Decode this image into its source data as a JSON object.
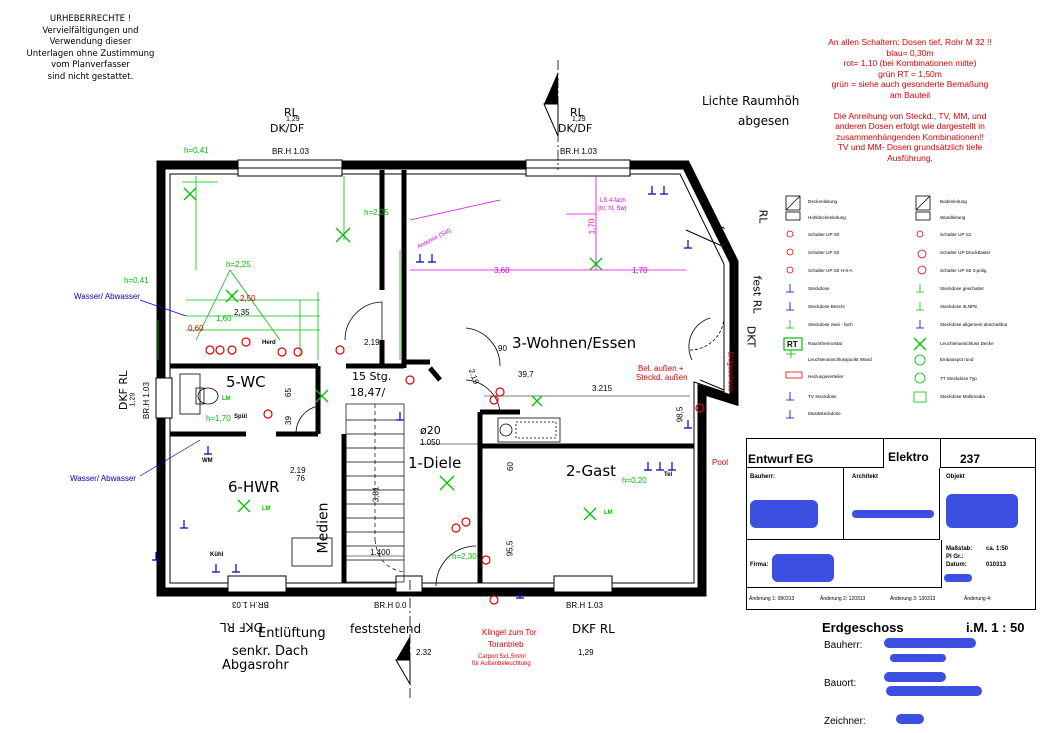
{
  "copyright": {
    "title": "URHEBERRECHTE !",
    "lines": [
      "Vervielfältigungen und",
      "Verwendung dieser",
      "Unterlagen ohne  Zustimmung",
      "vom Planverfasser",
      "sind nicht gestattet."
    ]
  },
  "red_note": {
    "lines": [
      "An allen Schaltern: Dosen tief, Rohr M 32 !!",
      "blau= 0,30m",
      "rot= 1,10 (bei Kombinationen mitte)",
      "grün RT = 1,50m",
      "grün = siehe auch gesonderte Bemaßung",
      "am Bauteil",
      "",
      "Die Anreihung von Steckd., TV, MM, und",
      "anderen Dosen erfolgt wie dargestellt in",
      "zusammenhängenden Kombinationen!!",
      "TV und MM- Dosen grundsätzlich tiefe",
      "Ausführung."
    ]
  },
  "rooms": {
    "wohnen": "3-Wohnen/Essen",
    "wc": "5-WC",
    "hwr": "6-HWR",
    "diele": "1-Diele",
    "gast": "2-Gast",
    "medien": "Medien"
  },
  "plan_labels": {
    "rl_top_left": "RL",
    "rl_top_left_sub": "1,29",
    "dkdf_left": "DK/DF",
    "rl_top_mid": "RL",
    "rl_top_mid_sub": "1,29",
    "dkdf_mid": "DK/DF",
    "brh_top_left": "BR.H 1.03",
    "brh_top_mid": "BR.H 1.03",
    "raumhoehe_1": "Lichte Raumhöh",
    "raumhoehe_2": "abgesen",
    "rl_fest": "RL",
    "fest": "fest",
    "fest_rl": "fest  RL",
    "dkt": "DKT",
    "dkf_rl_left": "DKF RL",
    "dkf_rl_left_sub": "1,29",
    "brh_left": "BR.H 1.03",
    "stg": "15 Stg.",
    "stg_dim": "18,47/",
    "oe20": "ø20",
    "d1050": "1.050",
    "d3215": "3.215",
    "d2_19a": "2.19",
    "d2_19b": "2.19",
    "d2_19c": "2.19",
    "d2_50": "2,50",
    "d2_35": "2,35",
    "d1_60": "1,60",
    "d0_60": "0,60",
    "d3_60": "3,60",
    "d1_70": "1,70",
    "d1_70v": "1,70",
    "h225": "h=2,25",
    "h225b": "h=2,25",
    "h041": "h=0,41",
    "h041b": "h=0,41",
    "h170": "h=1,70",
    "h020": "h=0,20",
    "h230": "h=2,30",
    "d1_400": "1.400",
    "d3_81": "3,81",
    "d98_5": "98,5",
    "d95_5": "95,5",
    "d60": "60",
    "d65": "65",
    "d39": "39",
    "d76": "76",
    "d90": "90",
    "d39_7": "39,7",
    "brh_bottom_left": "BR.H 1.03",
    "brh_bottom_mid": "BR.H 0.0",
    "brh_bottom_right": "BR.H 1.03",
    "dkf_rl_bottom": "DKF  RL",
    "dkf_rl_bottom_sub": "1,29",
    "dkf_rl_bottom_left": "DKF RL",
    "feststehend": "feststehend",
    "entlueftung": "Entlüftung",
    "senkr": "senkr. Dach",
    "abgasrohr": "Abgasrohr",
    "d2_32": "2.32",
    "wasser1": "Wasser/ Abwasser",
    "wasser2": "Wasser/ Abwasser",
    "bel_aussen_1": "Bel. außen +",
    "bel_aussen_2": "Steckd. außen",
    "pool": "Pool",
    "erdgeschoss_note": "Erdgeschoss",
    "klingel_1": "Klingel zum Tor",
    "klingel_2": "Torantrieb",
    "klingel_3": "Carport 5x1,5mm²",
    "klingel_4": "für Außenbeleuchtung",
    "ls_4fach": "LS 4-fach",
    "ls_4fach_sub": "(hr, hl, Sw)",
    "antenne": "Antenne (Sat)",
    "kuehl": "Kühl",
    "herd": "Herd",
    "spuel": "Spül",
    "wm": "WM",
    "tel": "Tel",
    "lm": "LM",
    "rt": "RT"
  },
  "legend": [
    {
      "icon": "deckenleitung-icon",
      "label": "Deckenleitung"
    },
    {
      "icon": "bodenleitung-icon",
      "label": "Bodenleitung"
    },
    {
      "icon": "hohldecken-icon",
      "label": "Hohldeckenleitung"
    },
    {
      "icon": "wandleitung-icon",
      "label": "Wandleitung"
    },
    {
      "icon": "schalter-up-s0-icon",
      "label": "Schalter UP S0"
    },
    {
      "icon": "schalter-up-s1-icon",
      "label": "Schalter UP S1"
    },
    {
      "icon": "schalter-up-s2-icon",
      "label": "Schalter UP S2"
    },
    {
      "icon": "schalter-druck-icon",
      "label": "Schalter UP Druckttaster"
    },
    {
      "icon": "schalter-s2-h0a-icon",
      "label": "Schalter UP S2 H-0-A"
    },
    {
      "icon": "schalter-s0-3polig-icon",
      "label": "Schalter UP S0 3-polig"
    },
    {
      "icon": "steckdose-icon",
      "label": "Steckdose"
    },
    {
      "icon": "steckdose-geschaltet-icon",
      "label": "Steckdose geschaltet"
    },
    {
      "icon": "steckdose-beschr-icon",
      "label": "Steckdose Beschr"
    },
    {
      "icon": "steckdose-3lnpe-icon",
      "label": "Steckdose 3LNPE"
    },
    {
      "icon": "steckdose-zweifach-icon",
      "label": "Steckdose zwei - fach"
    },
    {
      "icon": "steckdose-abschaltbar-icon",
      "label": "Steckdose allgemein abschaltbar"
    },
    {
      "icon": "raumthermostat-icon",
      "label": "Raumthermostat"
    },
    {
      "icon": "leuchtenanschluss-decke-icon",
      "label": "Leuchtenanschluss Decke"
    },
    {
      "icon": "leuchtenanschluss-wand-icon",
      "label": "Leuchtenanschlusspunkt Wand"
    },
    {
      "icon": "einbauspot-icon",
      "label": "Einbauspot rund"
    },
    {
      "icon": "heizungsverteiler-icon",
      "label": "Heizungsverteiler"
    },
    {
      "icon": "tt-steckdose-icon",
      "label": "TT Steckdose Typ"
    },
    {
      "icon": "tv-steckdose-icon",
      "label": "TV Steckdose"
    },
    {
      "icon": "steckdose-multimedia-icon",
      "label": "Steckdose Multimedia"
    },
    {
      "icon": "musik-icon",
      "label": "Musiksteckdose"
    },
    {
      "icon": "",
      "label": ""
    }
  ],
  "title_block": {
    "entwurf": "Entwurf EG",
    "elektro": "Elektro",
    "nummer": "237",
    "bauherr": "Bauherr:",
    "architekt": "Architekt",
    "objekt": "Objekt",
    "firma": "Firma:",
    "massstab_label": "Maßstab:",
    "massstab_value": "ca.  1:50",
    "pl_gr": "Pl Gr.:",
    "datum_label": "Datum:",
    "datum_value": "010313",
    "aenderungen": [
      "Änderung 1:   080313",
      "Änderung 2:  120313",
      "Änderung 3:   130313",
      "Änderung 4:"
    ]
  },
  "footer": {
    "title": "Erdgeschoss",
    "scale": "i.M.  1 : 50",
    "bauherr": "Bauherr:",
    "bauort": "Bauort:",
    "zeichner": "Zeichner:"
  },
  "colors": {
    "wall": "#000000",
    "electric_green": "#00c000",
    "electric_red": "#e00000",
    "electric_blue": "#0000c0",
    "annotation_magenta": "#e000e0",
    "redaction_blue": "#3b4fe0"
  }
}
